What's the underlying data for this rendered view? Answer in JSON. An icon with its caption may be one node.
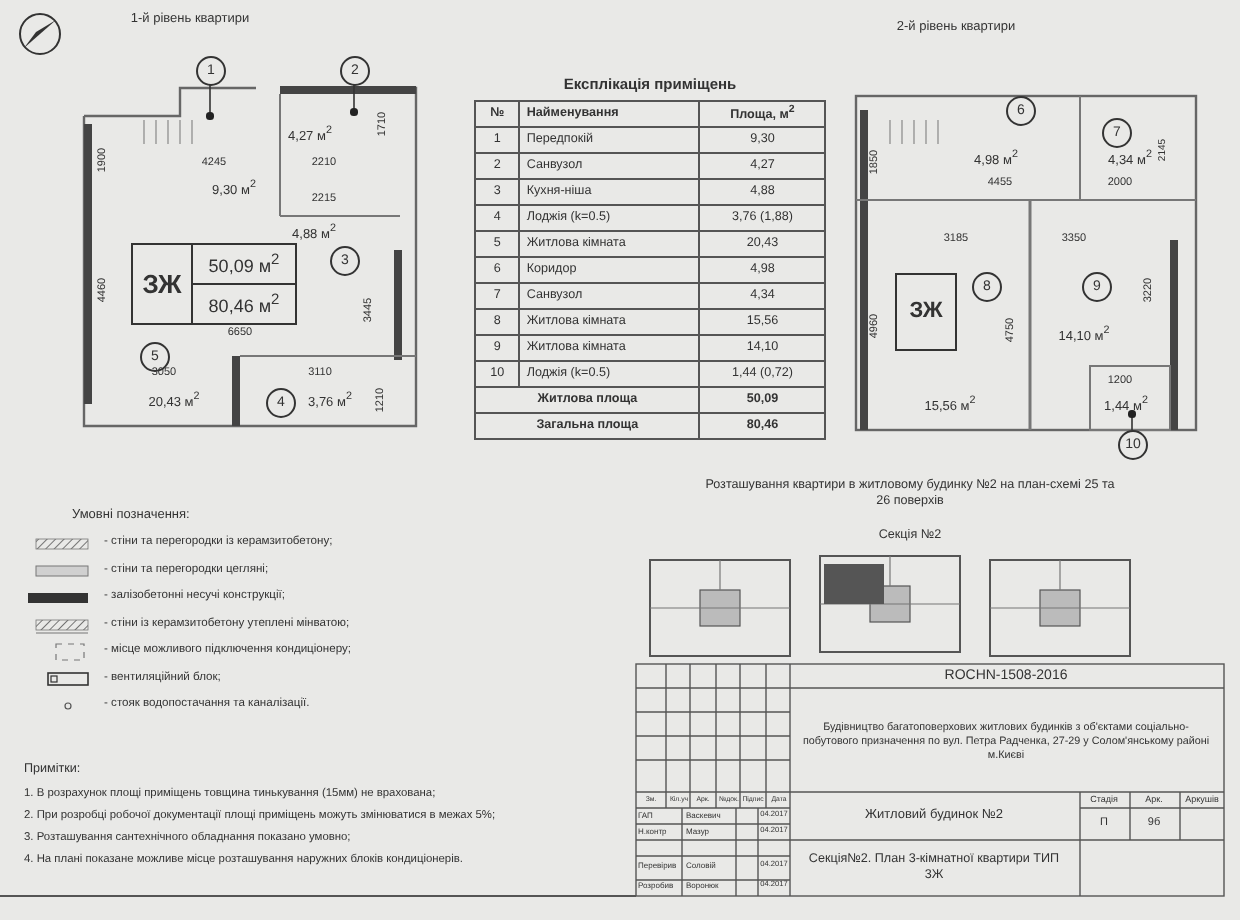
{
  "diagram": {
    "nodes": [
      {
        "text": [
          "1"
        ]
      },
      {
        "text": [
          "2"
        ]
      },
      {
        "text": [
          "3"
        ]
      },
      {
        "text": [
          "4"
        ]
      },
      {
        "text": [
          "5"
        ]
      },
      {
        "text": [
          "6"
        ]
      },
      {
        "text": [
          "7"
        ]
      },
      {
        "text": [
          "8"
        ]
      },
      {
        "text": [
          "9"
        ]
      },
      {
        "text": [
          "10"
        ]
      },
      {
        "text": [],
        "shape": "circle"
      },
      {
        "text": [],
        "shape": "circle"
      },
      {
        "text": [],
        "shape": "circle"
      }
    ],
    "edges": [
      {
        "from": 0,
        "to": 10,
        "arrow": "none"
      },
      {
        "from": 1,
        "to": 11,
        "arrow": "none"
      },
      {
        "from": 9,
        "to": 12,
        "arrow": "none"
      }
    ],
    "labels": [
      "1-й рівень квартири",
      "4,27 м$^{2}$",
      "1710",
      "4245",
      "2210",
      "9,30 м$^{2}$",
      "2215",
      "1900",
      "4,88 м$^{2}$",
      "ЗЖ",
      "50,09 м$^{2}$",
      "80,46 м$^{2}$",
      "4460",
      "3445",
      "6650",
      "3050",
      "3110",
      "20,43 м$^{2}$",
      "3,76 м$^{2}$",
      "1210",
      "2-й рівень квартири",
      "1850",
      "4,98 м$^{2}$",
      "4,34 м$^{2}$",
      "2145",
      "4455",
      "2000",
      "3185",
      "3350",
      "ЗЖ",
      "4960",
      "4750",
      "3220",
      "14,10 м$^{2}$",
      "1200",
      "15,56 м$^{2}$",
      "1,44 м$^{2}$",
      "Експлікація приміщень",
      "№",
      "Найменування",
      "Площа, м$^{2}$",
      "1",
      "Передпокій",
      "9,30",
      "2",
      "Санвузол",
      "4,27",
      "3",
      "Кухня-ніша",
      "4,88",
      "4",
      "Лоджія (k=0.5)",
      "3,76 (1,88)",
      "5",
      "Житлова кімната",
      "20,43",
      "6",
      "Коридор",
      "4,98",
      "7",
      "Санвузол",
      "4,34",
      "8",
      "Житлова кімната",
      "15,56",
      "9",
      "Житлова кімната",
      "14,10",
      "10",
      "Лоджія (k=0.5)",
      "1,44 (0,72)",
      "Житлова площа",
      "50,09",
      "Загальна площа",
      "80,46",
      "Умовні позначення:",
      "Розташування квартири в житловому будинку №2 на план-схемі 25 та 26 поверхів",
      "Секція №2",
      "Примітки:",
      "1. В розрахунок площі приміщень товщина тинькування (15мм) не врахована;",
      "2. При розробці робочої документації площі приміщень можуть змінюватися в межах 5%;",
      "3. Розташування сантехнічного обладнання показано умовно;",
      "4. На плані показане можливе місце розташування наружних блоків кондиціонерів.",
      "ROCHN-1508-2016",
      "Будівництво багатоповерхових житлових будинків з об'єктами соціально-побутового призначення по вул. Петра Радченка, 27-29 у Солом'янському районі м.Києві",
      "Зм.",
      "Кіл.уч",
      "Арк.",
      "№док.",
      "Підпис",
      "Дата",
      "ГАП",
      "Васкевич",
      "04.2017",
      "Н.контр",
      "Мазур",
      "04.2017",
      "Житловий будинок №2",
      "Стадія",
      "Арк.",
      "Аркушів",
      "П",
      "9б",
      "Перевірив",
      "Соловій",
      "04.2017",
      "Розробив",
      "Воронюк",
      "04.2017",
      "Секція№2. План 3-кімнатної квартири ТИП 3Ж"
    ],
    "legend": [
      {
        "text": "- стіни та перегородки із керамзитобетону;"
      },
      {
        "text": "- стіни та перегородки цегляні;"
      },
      {
        "text": "- залізобетонні несучі конструкції;"
      },
      {
        "text": "- стіни із керамзитобетону утеплені мінватою;"
      },
      {
        "text": "- місце можливого підключення кондиціонеру;"
      },
      {
        "text": "- вентиляційний блок;"
      },
      {
        "text": "- стояк водопостачання та каналізації."
      }
    ]
  }
}
